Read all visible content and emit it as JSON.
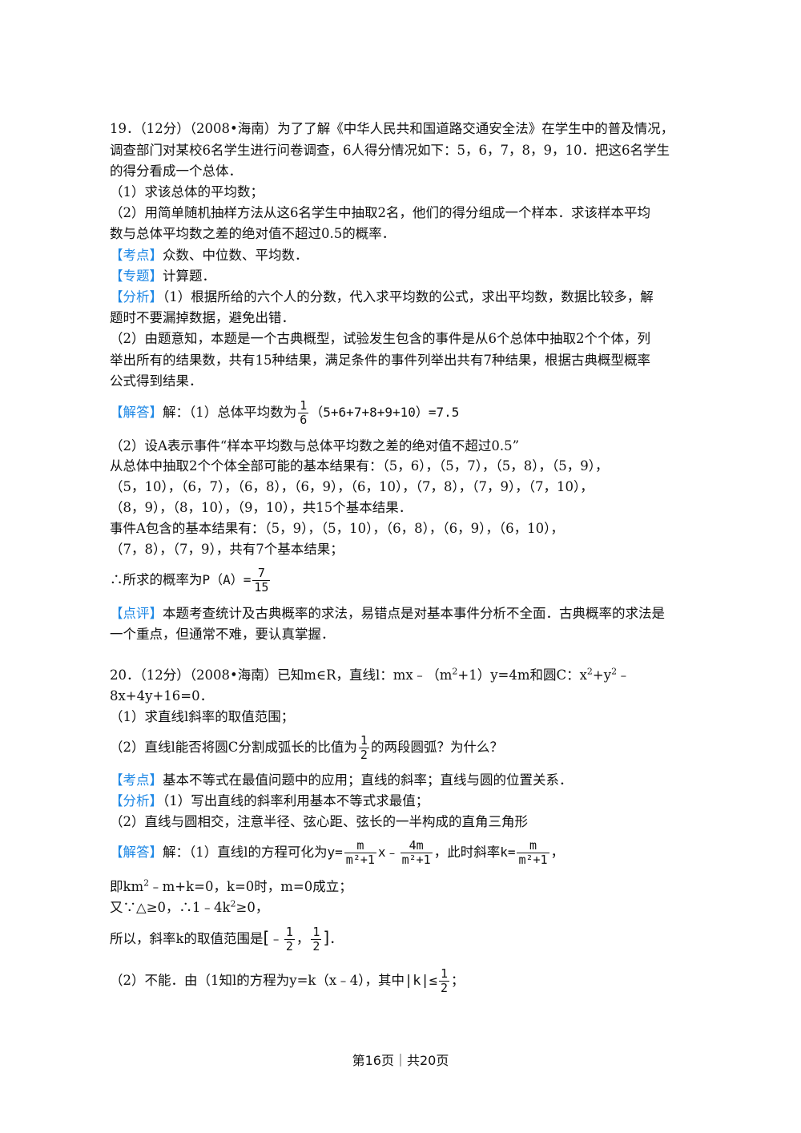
{
  "q19": {
    "l1": "19．（12分）（2008•海南）为了了解《中华人民共和国道路交通安全法》在学生中的普及情况，",
    "l2": "调查部门对某校6名学生进行问卷调查，6人得分情况如下：5，6，7，8，9，10．把这6名学生",
    "l3": "的得分看成一个总体．",
    "l4": "（1）求该总体的平均数；",
    "l5": "（2）用简单随机抽样方法从这6名学生中抽取2名，他们的得分组成一个样本．求该样本平均",
    "l6": "数与总体平均数之差的绝对值不超过0.5的概率．",
    "kaodian_tag": "【考点】",
    "kaodian": "众数、中位数、平均数．",
    "zhuanti_tag": "【专题】",
    "zhuanti": "计算题．",
    "fenxi_tag": "【分析】",
    "fenxi1": "（1）根据所给的六个人的分数，代入求平均数的公式，求出平均数，数据比较多，解",
    "fenxi2": "题时不要漏掉数据，避免出错．",
    "fenxi3": "（2）由题意知，本题是一个古典概型，试验发生包含的事件是从6个总体中抽取2个个体，列",
    "fenxi4": "举出所有的结果数，共有15种结果，满足条件的事件列举出共有7种结果，根据古典概型概率",
    "fenxi5": "公式得到结果．",
    "jieda_tag": "【解答】",
    "jieda1_pre": "解：（1）总体平均数为",
    "jieda1_num": "1",
    "jieda1_den": "6",
    "jieda1_post": "（5+6+7+8+9+10）=7.5",
    "jieda2": "（2）设A表示事件“样本平均数与总体平均数之差的绝对值不超过0.5”",
    "jieda3": "从总体中抽取2个个体全部可能的基本结果有：（5，6），（5，7），（5，8），（5，9），",
    "jieda4": "（5，10），（6，7），（6，8），（6，9），（6，10），（7，8），（7，9），（7，10），",
    "jieda5": "（8，9），（8，10），（9，10），共15个基本结果．",
    "jieda6": "事件A包含的基本结果有：（5，9），（5，10），（6，8），（6，9），（6，10），",
    "jieda7": "（7，8），（7，9），共有7个基本结果；",
    "jieda8_pre": "∴所求的概率为",
    "jieda8_math": "P（A）=",
    "jieda8_num": "7",
    "jieda8_den": "15",
    "dianping_tag": "【点评】",
    "dianping1": "本题考查统计及古典概率的求法，易错点是对基本事件分析不全面．古典概率的求法是",
    "dianping2": "一个重点，但通常不难，要认真掌握．"
  },
  "q20": {
    "l1_pre": "20．（12分）（2008•海南）已知m∈R，直线l：mx﹣（m",
    "l1_sup1": "2",
    "l1_mid": "+1）y=4m和圆C：x",
    "l1_sup2": "2",
    "l1_mid2": "+y",
    "l1_sup3": "2",
    "l1_end": "﹣",
    "l2": "8x+4y+16=0．",
    "l3": "（1）求直线l斜率的取值范围；",
    "l4_pre": "（2）直线l能否将圆C分割成弧长的比值为",
    "l4_num": "1",
    "l4_den": "2",
    "l4_post": "的两段圆弧？为什么？",
    "kaodian_tag": "【考点】",
    "kaodian": "基本不等式在最值问题中的应用；直线的斜率；直线与圆的位置关系．",
    "fenxi_tag": "【分析】",
    "fenxi1": "（1）写出直线的斜率利用基本不等式求最值；",
    "fenxi2": "（2）直线与圆相交，注意半径、弦心距、弦长的一半构成的直角三角形",
    "jieda_tag": "【解答】",
    "jieda1_pre": "解：（1）直线l的方程可化为",
    "jieda1_y": "y=",
    "jieda1_f1_num": "m",
    "jieda1_f1_den": "m²+1",
    "jieda1_x": "x﹣",
    "jieda1_f2_num": "4m",
    "jieda1_f2_den": "m²+1",
    "jieda1_mid": "，此时斜率",
    "jieda1_k": "k=",
    "jieda1_f3_num": "m",
    "jieda1_f3_den": "m²+1",
    "jieda1_end": "，",
    "jieda2_pre": "即km",
    "jieda2_sup": "2",
    "jieda2_post": "﹣m+k=0，k=0时，m=0成立；",
    "jieda3_pre": "又∵△≥0，∴1﹣4k",
    "jieda3_sup": "2",
    "jieda3_post": "≥0，",
    "jieda4_pre": "所以，斜率k的取值范围是",
    "jieda4_lb": "[",
    "jieda4_neg": "﹣",
    "jieda4_num1": "1",
    "jieda4_den1": "2",
    "jieda4_comma": "，",
    "jieda4_num2": "1",
    "jieda4_den2": "2",
    "jieda4_rb": "]",
    "jieda4_end": "．",
    "jieda5_pre": "（2）不能．由（1知l的方程为y=k（x﹣4），其中",
    "jieda5_abs": "|k|≤",
    "jieda5_num": "1",
    "jieda5_den": "2",
    "jieda5_end": "；"
  },
  "footer": "第16页｜共20页"
}
